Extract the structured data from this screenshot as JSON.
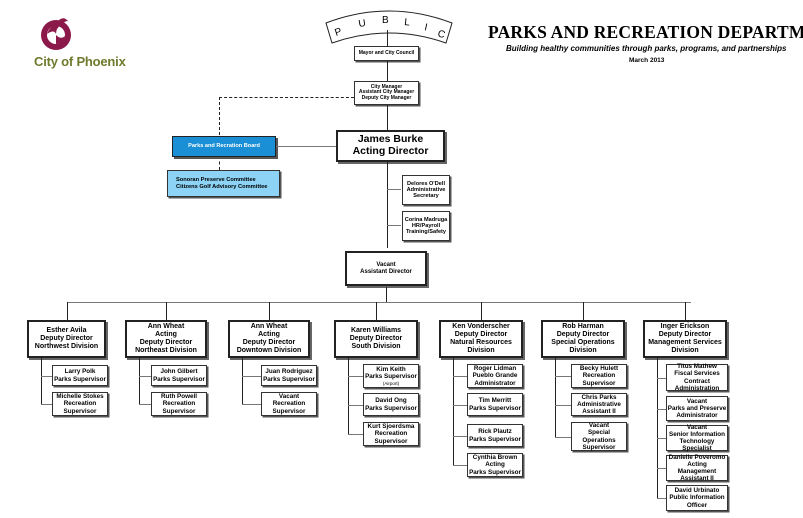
{
  "logo": {
    "icon": "phoenix-bird-icon",
    "text": "City of Phoenix",
    "color": "#8b1a4a",
    "text_color": "#6f7a2c"
  },
  "header": {
    "title": "PARKS AND RECREATION DEPARTMENT",
    "subtitle": "Building healthy communities through parks, programs, and partnerships",
    "date": "March 2013"
  },
  "public_banner": {
    "letters": [
      "P",
      "U",
      "B",
      "L",
      "I",
      "C"
    ]
  },
  "mayor": {
    "lines": [
      "Mayor and City Council"
    ]
  },
  "city_manager": {
    "lines": [
      "City Manager",
      "Assistant City Manager",
      "Deputy City Manager"
    ]
  },
  "board": {
    "label": "Parks and Recration Board",
    "color": "#1a8fd6"
  },
  "committees": {
    "lines": [
      "Sonoran Preserve Committee",
      "Citizens Golf Advisory Committee"
    ],
    "color": "#8dd3f5"
  },
  "director": {
    "lines": [
      "James Burke",
      "Acting Director"
    ]
  },
  "staff": [
    {
      "lines": [
        "Delores O'Dell",
        "Administrative",
        "Secretary"
      ]
    },
    {
      "lines": [
        "Corina Madruga",
        "HR/Payroll",
        "Training/Safety"
      ]
    }
  ],
  "assistant_director": {
    "lines": [
      "Vacant",
      "Assistant Director"
    ]
  },
  "divisions": [
    {
      "head": [
        "Esther Avila",
        "Deputy Director",
        "Northwest Division"
      ],
      "reports": [
        [
          "Larry Polk",
          "Parks Supervisor"
        ],
        [
          "Michelle Stokes",
          "Recreation",
          "Supervisor"
        ]
      ]
    },
    {
      "head": [
        "Ann Wheat",
        "Acting",
        "Deputy Director",
        "Northeast Division"
      ],
      "reports": [
        [
          "John Gilbert",
          "Parks Supervisor"
        ],
        [
          "Ruth Powell",
          "Recreation",
          "Supervisor"
        ]
      ]
    },
    {
      "head": [
        "Ann Wheat",
        "Acting",
        "Deputy Director",
        "Downtown Division"
      ],
      "reports": [
        [
          "Juan Rodriguez",
          "Parks Supervisor"
        ],
        [
          "Vacant",
          "Recreation",
          "Supervisor"
        ]
      ]
    },
    {
      "head": [
        "Karen Williams",
        "Deputy Director",
        "South Division"
      ],
      "reports": [
        [
          "Kim Keith",
          "Parks Supervisor",
          "(Airport)"
        ],
        [
          "David Ong",
          "Parks Supervisor"
        ],
        [
          "Kurt Sjoerdsma",
          "Recreation",
          "Supervisor"
        ]
      ]
    },
    {
      "head": [
        "Ken Vonderscher",
        "Deputy Director",
        "Natural Resources",
        "Division"
      ],
      "reports": [
        [
          "Roger Lidman",
          "Pueblo Grande",
          "Administrator"
        ],
        [
          "Tim Merritt",
          "Parks Supervisor"
        ],
        [
          "Rick Plautz",
          "Parks Supervisor"
        ],
        [
          "Cynthia Brown",
          "Acting",
          "Parks Supervisor"
        ]
      ]
    },
    {
      "head": [
        "Rob Harman",
        "Deputy Director",
        "Special Operations",
        "Division"
      ],
      "reports": [
        [
          "Becky Hulett",
          "Recreation",
          "Supervisor"
        ],
        [
          "Chris Parks",
          "Administrative",
          "Assistant II"
        ],
        [
          "Vacant",
          "Special",
          "Operations",
          "Supervisor"
        ]
      ]
    },
    {
      "head": [
        "Inger Erickson",
        "Deputy Director",
        "Management Services",
        "Division"
      ],
      "reports": [
        [
          "Titus Mathew",
          "Fiscal Services",
          "Contract",
          "Administration"
        ],
        [
          "Vacant",
          "Parks and Preserve",
          "Administrator"
        ],
        [
          "Vacant",
          "Senior Information",
          "Technology Specialist"
        ],
        [
          "Danielle Poveromo",
          "Acting",
          "Management Assistant II"
        ],
        [
          "David Urbinato",
          "Public Information",
          "Officer"
        ]
      ]
    }
  ]
}
